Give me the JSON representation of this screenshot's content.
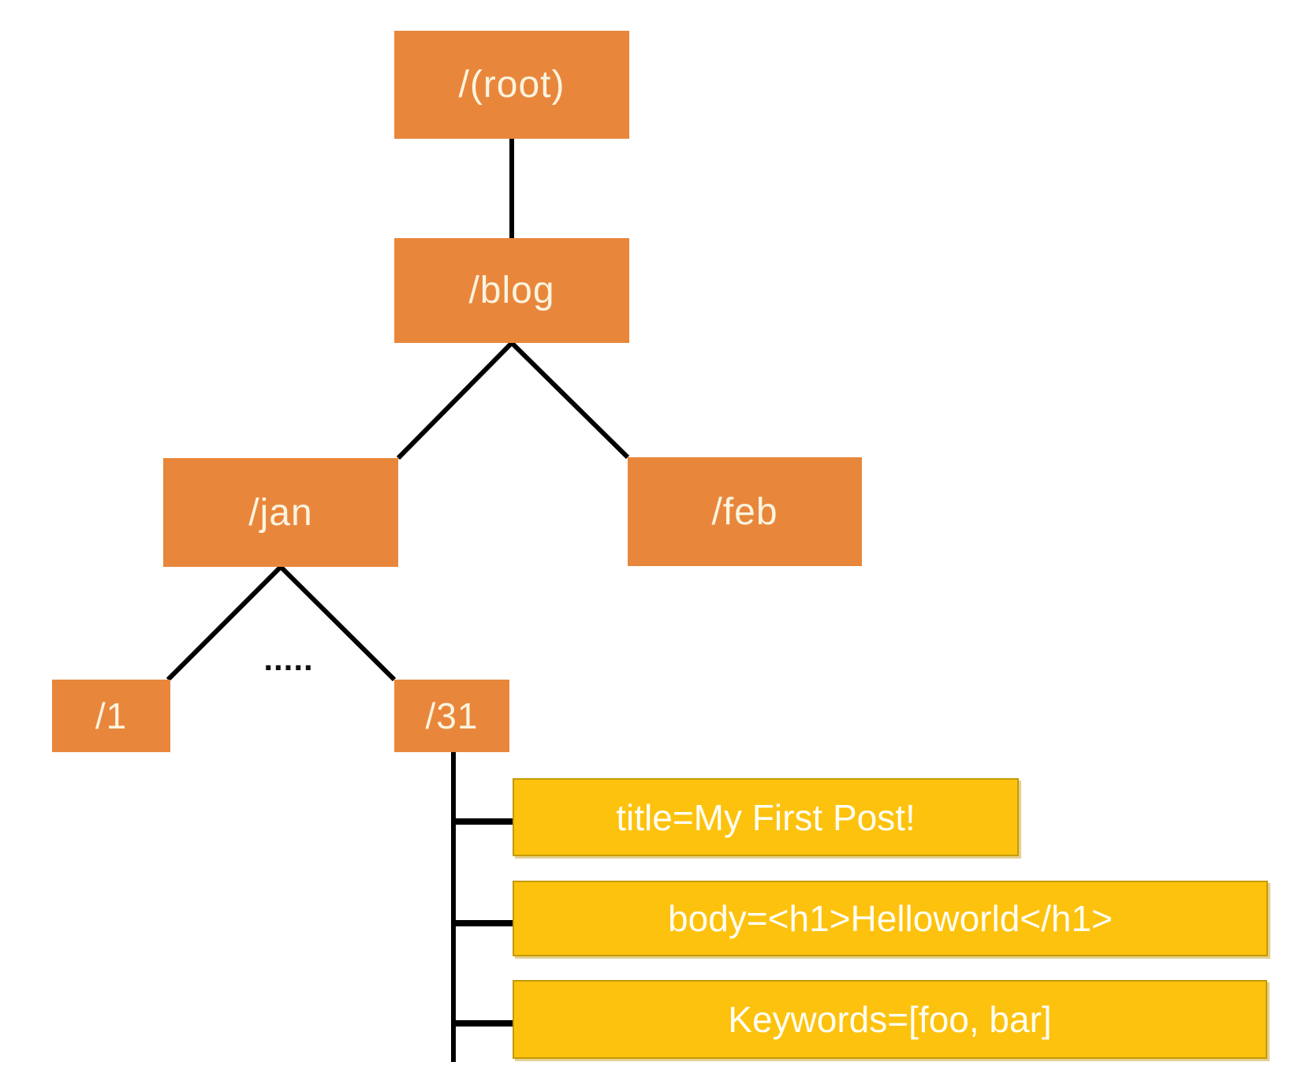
{
  "diagram": {
    "type": "tree",
    "description_visible_only": "URL path hierarchy tree",
    "colors": {
      "node_fill": "#E8873C",
      "node_text": "#FBF4DF",
      "property_fill": "#FDC20E",
      "property_border": "#C49A06",
      "property_text": "#FFFEF4",
      "edge": "#000000",
      "background": "#FFFFFF"
    },
    "nodes": [
      {
        "id": "root",
        "label": "/(root)"
      },
      {
        "id": "blog",
        "label": "/blog"
      },
      {
        "id": "jan",
        "label": "/jan"
      },
      {
        "id": "feb",
        "label": "/feb"
      },
      {
        "id": "day1",
        "label": "/1"
      },
      {
        "id": "day31",
        "label": "/31"
      }
    ],
    "ellipsis": ".....",
    "properties": [
      {
        "id": "title",
        "label": "title=My First Post!"
      },
      {
        "id": "body",
        "label": "body=<h1>Helloworld</h1>"
      },
      {
        "id": "keywords",
        "label": "Keywords=[foo, bar]"
      }
    ],
    "edges": [
      {
        "from": "root",
        "to": "blog"
      },
      {
        "from": "blog",
        "to": "jan"
      },
      {
        "from": "blog",
        "to": "feb"
      },
      {
        "from": "jan",
        "to": "day1"
      },
      {
        "from": "jan",
        "to": "day31"
      },
      {
        "from": "day31",
        "to": "title"
      },
      {
        "from": "day31",
        "to": "body"
      },
      {
        "from": "day31",
        "to": "keywords"
      }
    ]
  }
}
